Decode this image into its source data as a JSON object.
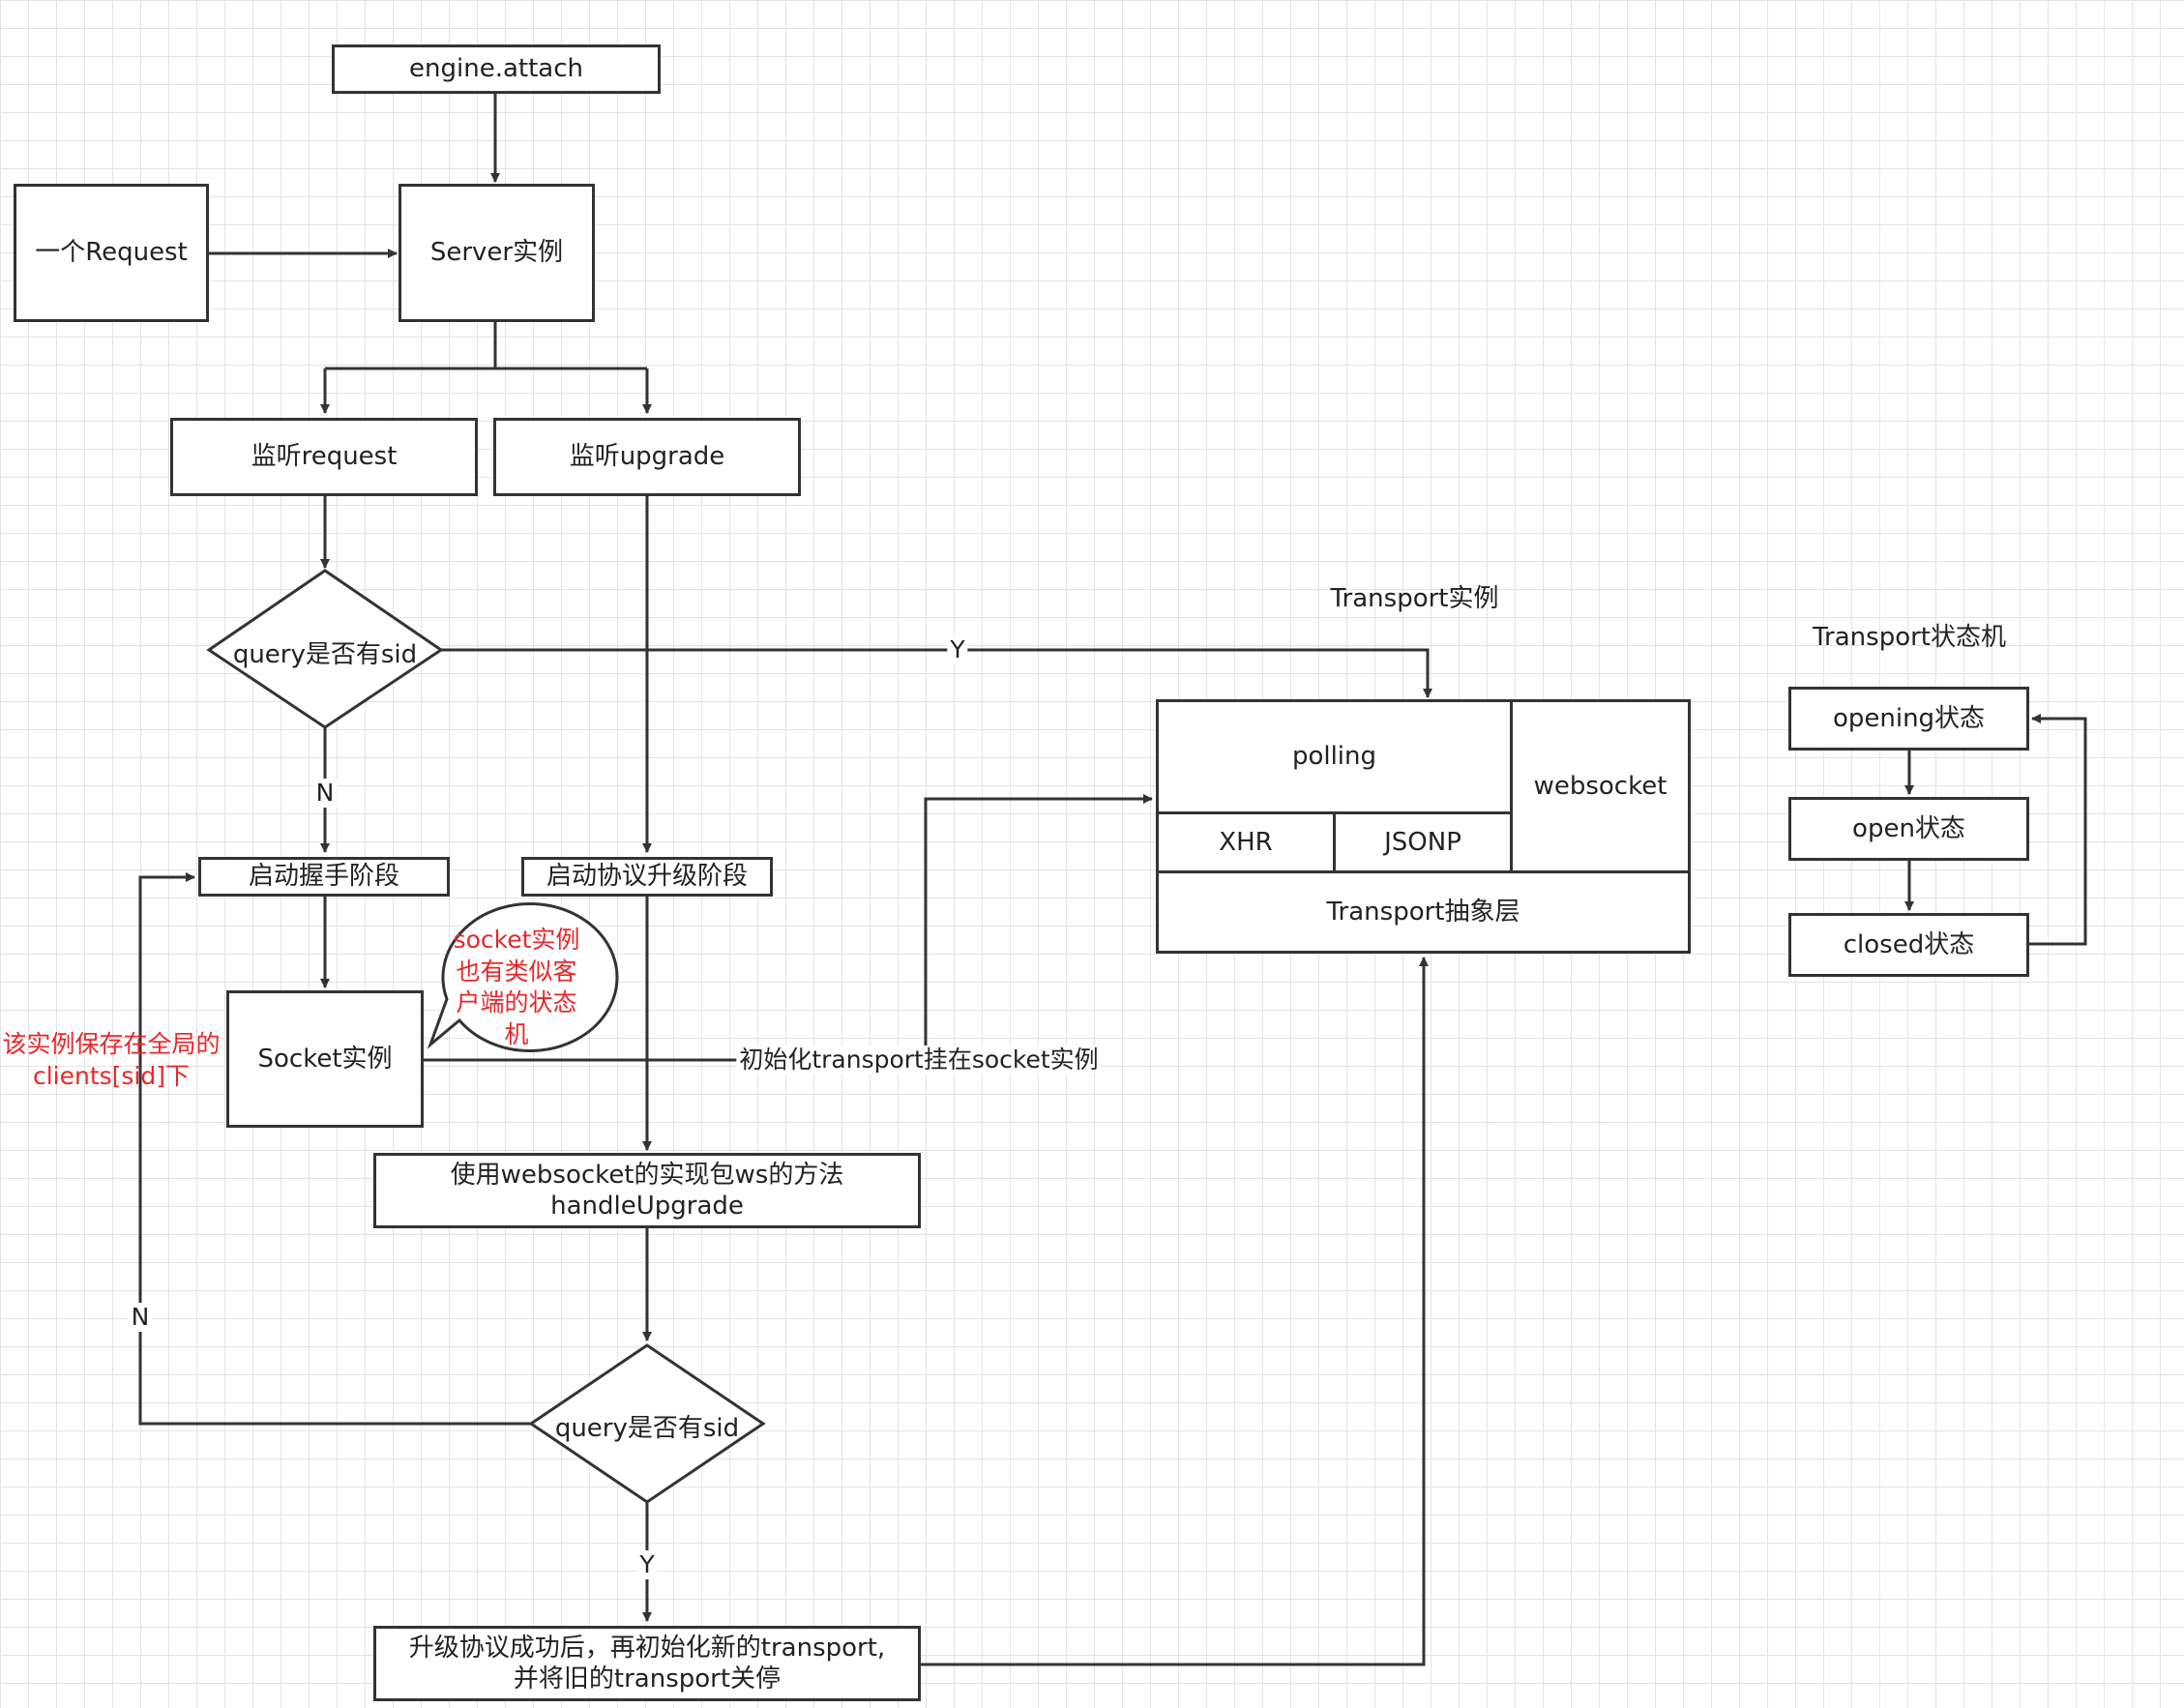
{
  "nodes": {
    "engine_attach": "engine.attach",
    "request": "一个Request",
    "server": "Server实例",
    "listen_request": "监听request",
    "listen_upgrade": "监听upgrade",
    "query_sid_top": "query是否有sid",
    "handshake": "启动握手阶段",
    "upgrade_phase": "启动协议升级阶段",
    "socket": "Socket实例",
    "handle_upgrade": "使用websocket的实现包ws的方法\nhandleUpgrade",
    "query_sid_bottom": "query是否有sid",
    "upgrade_success": "升级协议成功后，再初始化新的transport,\n并将旧的transport关停"
  },
  "transport": {
    "title": "Transport实例",
    "polling": "polling",
    "websocket": "websocket",
    "xhr": "XHR",
    "jsonp": "JSONP",
    "abstract": "Transport抽象层"
  },
  "state_machine": {
    "title": "Transport状态机",
    "opening": "opening状态",
    "open": "open状态",
    "closed": "closed状态"
  },
  "edge_labels": {
    "y_top": "Y",
    "n_top": "N",
    "n_left": "N",
    "y_bottom": "Y",
    "init_transport": "初始化transport挂在socket实例"
  },
  "notes": {
    "speech_bubble": "socket实例\n也有类似客\n户端的状态\n机",
    "clients_note": "该实例保存在全局的\nclients[sid]下"
  },
  "colors": {
    "line": "#333333",
    "grid": "#e4e4e4",
    "note_red": "#e8272a"
  }
}
